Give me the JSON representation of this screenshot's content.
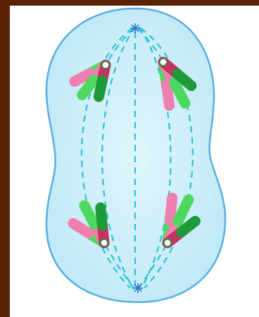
{
  "colors": {
    "background": "#5a2308",
    "panel": "#ffffff",
    "cell_fill": "#bfe8f7",
    "cell_fill_inner": "#dff5fc",
    "cell_outline": "#58aee2",
    "spindle": "#29c4d8",
    "aster": "#2f74c6",
    "chromatid_green": "#4fd860",
    "chromatid_green_dark": "#1f9a3a",
    "chromatid_pink": "#ee7faf",
    "chromatid_red": "#c3345f",
    "centromere": "#ffffff"
  },
  "figure": {
    "stage": "anaphase",
    "centrosome_count": 2,
    "chromosome_groups": 4,
    "chromatids_per_group": 3,
    "spindle_pattern": "dashed",
    "cell_shape": "pinched oval"
  }
}
